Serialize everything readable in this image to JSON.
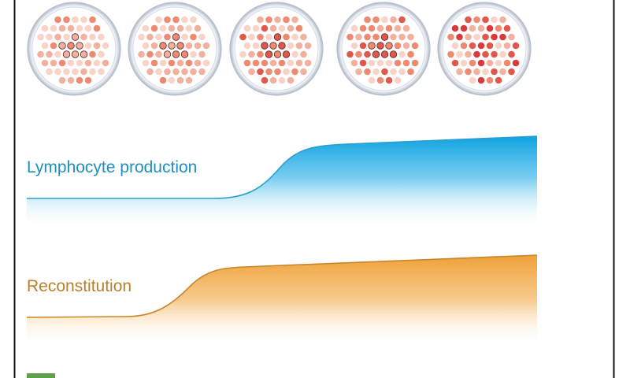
{
  "labels": {
    "lymphocyte": "Lymphocyte production",
    "reconstitution": "Reconstitution"
  },
  "colors": {
    "border": "#111111",
    "blue_stroke": "#2a9fd0",
    "blue_fill": "#17a6e0",
    "blue_text": "#1f8fbf",
    "orange_stroke": "#c8862a",
    "orange_fill": "#f0a743",
    "orange_text": "#b9802a",
    "green": "#5ea14a",
    "dish_rim": "#b9c0cc",
    "dots": [
      "#f8d3c7",
      "#f2b09e",
      "#ec8a72",
      "#e0584a",
      "#d93a3c"
    ]
  },
  "dishes": [
    {
      "name": "dish-1",
      "red_level": 0.15
    },
    {
      "name": "dish-2",
      "red_level": 0.3
    },
    {
      "name": "dish-3",
      "red_level": 0.45
    },
    {
      "name": "dish-4",
      "red_level": 0.6
    },
    {
      "name": "dish-5",
      "red_level": 0.85
    }
  ]
}
